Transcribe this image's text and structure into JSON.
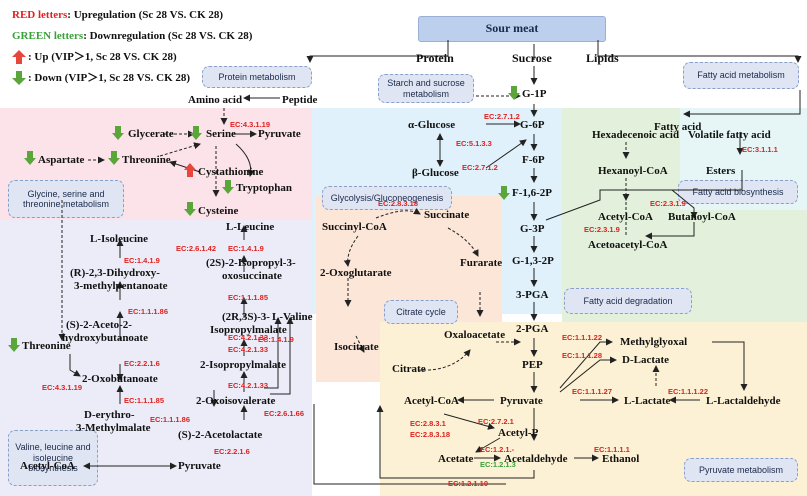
{
  "legend": {
    "red_key": "RED letters",
    "red_desc": ": Upregulation (Sc 28 VS. CK 28)",
    "green_key": "GREEN letters",
    "green_desc": ": Downregulation (Sc 28 VS. CK 28)",
    "up": ": Up (VIP＞1, Sc 28 VS. CK 28)",
    "down": ": Down (VIP＞1, Sc 28 VS. CK 28)"
  },
  "colors": {
    "up_arrow": "#e8463a",
    "down_arrow": "#5aa63a",
    "ec_up": "#e0201e",
    "ec_down": "#3aa13a"
  },
  "title": "Sour meat",
  "boxes": {
    "protein_metabolism": "Protein metabolism",
    "starch_sucrose": "Starch and sucrose metabolism",
    "fatty_acid_metabolism": "Fatty acid metabolism",
    "glycine_serine": "Glycine, serine and threonine metabolism",
    "glycolysis": "Glycolysis/Gluconeogenesis",
    "fatty_acid_biosynthesis": "Fatty acid biosynthesis",
    "citrate_cycle": "Citrate cycle",
    "fatty_acid_degradation": "Fatty acid degradation",
    "valine_leucine": "Valine, leucine and isoleucine biosynthesis",
    "pyruvate_metabolism": "Pyruvate  metabolism"
  },
  "nodes": {
    "protein": "Protein",
    "sucrose": "Sucrose",
    "lipids": "Lipids",
    "amino_acid": "Amino acid",
    "peptide": "Peptide",
    "g1p": "G-1P",
    "fatty_acid": "Fatty acid",
    "glycerate": "Glycerate",
    "serine": "Serine",
    "pyruvate_top": "Pyruvate",
    "aspartate": "Aspartate",
    "threonine": "Threonine",
    "cystathionine": "Cystathionine",
    "tryptophan": "Tryptophan",
    "cysteine": "Cysteine",
    "alpha_glucose": "α-Glucose",
    "g6p": "G-6P",
    "beta_glucose": "β-Glucose",
    "f6p": "F-6P",
    "f16p": "F-1,6-2P",
    "g3p": "G-3P",
    "g13p": "G-1,3-2P",
    "pga3": "3-PGA",
    "pga2": "2-PGA",
    "pep": "PEP",
    "hexadecenoic": "Hexadecenoic acid",
    "volatile_fa": "Volatile fatty acid",
    "hexanoyl": "Hexanoyl-CoA",
    "esters": "Esters",
    "acetyl_coa_fa": "Acetyl-CoA",
    "butanoyl": "Butanoyl-CoA",
    "acetoacetyl": "Acetoacetyl-CoA",
    "l_isoleucine": "L-Isoleucine",
    "l_leucine": "L-Leucine",
    "r23": "(R)-2,3-Dihydroxy-",
    "r23b": "3-methylpentanoate",
    "s2iso": "(2S)-2-Isopropyl-3-",
    "s2isob": "oxosuccinate",
    "s2aceto": "(S)-2-Aceto-2-",
    "s2acetob": "hydroxybutanoate",
    "r2r3s": "(2R,3S)-3-",
    "r2r3sb": "Isopropylmalate",
    "l_valine": "L-Valine",
    "threonine_low": "Threonine",
    "oxobutanoate": "2-Oxobutanoate",
    "isopropylmalate": "2-Isopropylmalate",
    "oxoisovalerate": "2-Oxoisovalerate",
    "derythro": "D-erythro-",
    "derythrob": "3-Methylmalate",
    "acetolactate": "(S)-2-Acetolactate",
    "acetylcoa_low": "Acetyl-CoA",
    "pyruvate_low": "Pyruvate",
    "succinate": "Succinate",
    "succinyl": "Succinyl-CoA",
    "furarate": "Furarate",
    "oxoglutarate": "2-Oxoglutarate",
    "isocitrate": "Isocitrate",
    "oxaloacetate": "Oxaloacetate",
    "citrate": "Citrate",
    "methylglyoxal": "Methylglyoxal",
    "d_lactate": "D-Lactate",
    "acetyl_coa_pyr": "Acetyl-CoA",
    "pyruvate_main": "Pyruvate",
    "l_lactate": "L-Lactate",
    "l_lactaldehyde": "L-Lactaldehyde",
    "acetyl_p": "Acetyl-P",
    "acetate": "Acetate",
    "acetaldehyde": "Acetaldehyde",
    "ethanol": "Ethanol"
  },
  "ec": {
    "e1": "EC:4.3.1.19",
    "e2": "EC:2.7.1.2",
    "e3": "EC:5.1.3.3",
    "e4": "EC:2.7.1.2",
    "e5": "EC:3.1.1.1",
    "e6": "EC:2.3.1.9",
    "e7": "EC:2.3.1.9",
    "e8": "EC:2.6.1.42",
    "e9": "EC:1.4.1.9",
    "e10": "EC:1.4.1.9",
    "e11": "EC:1.1.1.86",
    "e12": "EC:1.1.1.85",
    "e13": "EC:2.2.1.6",
    "e14": "EC:4.2.1.33",
    "e15": "EC:1.4.1.9",
    "e16": "EC:4.2.1.33",
    "e17": "EC:4.3.1.19",
    "e18": "EC:1.1.1.85",
    "e19": "EC:4.2.1.33",
    "e20": "EC:2.6.1.66",
    "e21": "EC:1.1.1.86",
    "e22": "EC:2.2.1.6",
    "e23": "EC:2.8.3.18",
    "e24": "EC:1.1.1.22",
    "e25": "EC:1.1.1.28",
    "e26": "EC:1.1.1.27",
    "e27": "EC:1.1.1.22",
    "e28": "EC:2.8.3.1",
    "e29": "EC:2.8.3.18",
    "e30": "EC:2.7.2.1",
    "e31": "EC:1.2.1.-",
    "e32": "EC:1.2.1.3",
    "e33": "EC:1.1.1.1",
    "e34": "EC:1.2.1.10"
  }
}
